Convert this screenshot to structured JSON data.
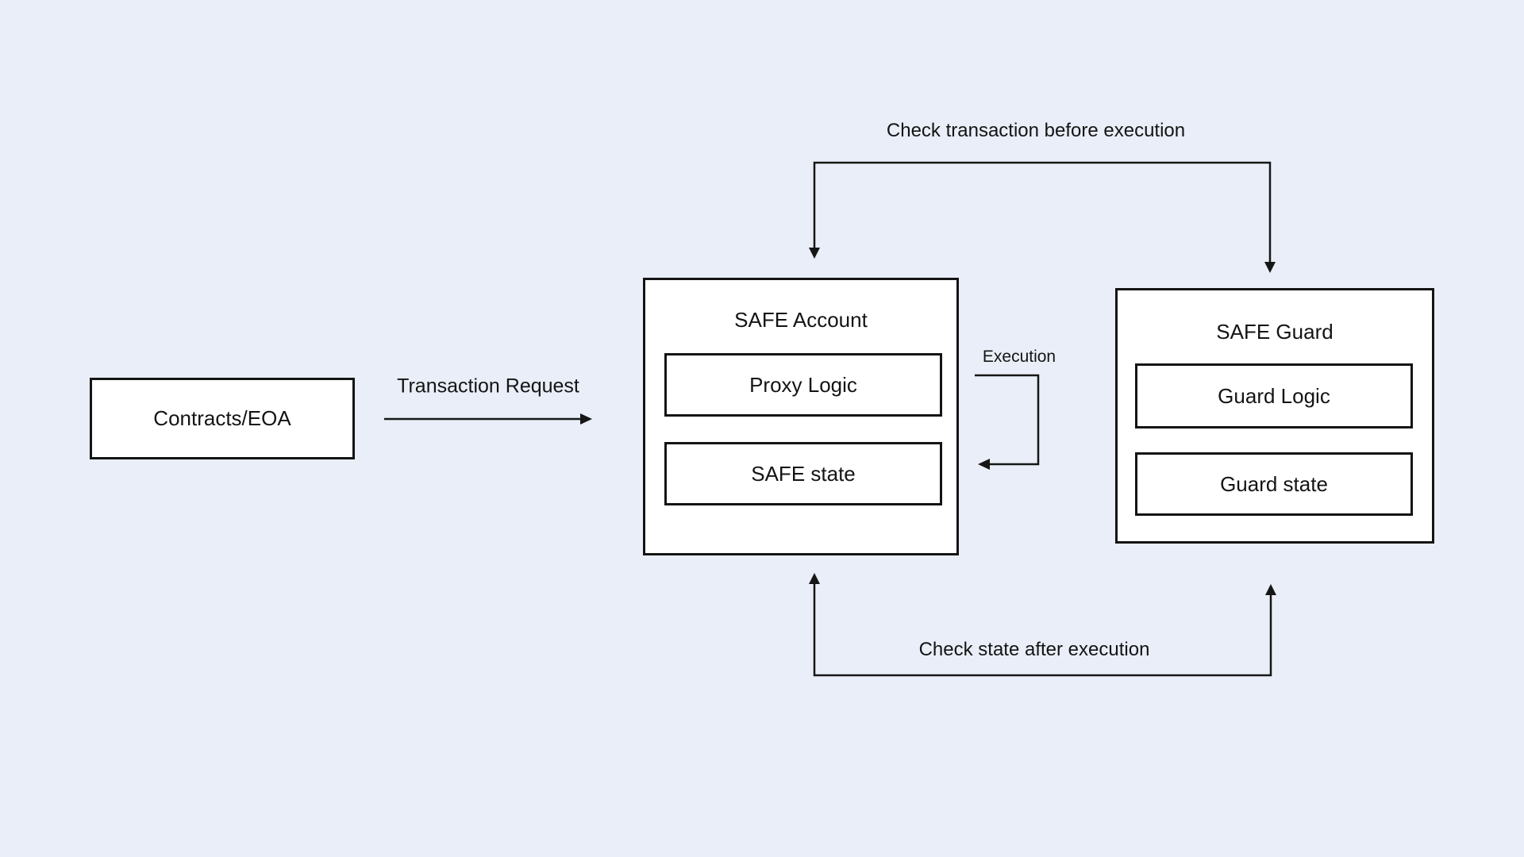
{
  "diagram": {
    "colors": {
      "background": "#e9eef8",
      "box_fill": "#ffffff",
      "line": "#161616",
      "text": "#141414"
    },
    "nodes": {
      "contracts_eoa": {
        "label": "Contracts/EOA"
      },
      "safe_account": {
        "title": "SAFE Account",
        "sub_boxes": [
          {
            "label": "Proxy Logic"
          },
          {
            "label": "SAFE state"
          }
        ]
      },
      "safe_guard": {
        "title": "SAFE Guard",
        "sub_boxes": [
          {
            "label": "Guard Logic"
          },
          {
            "label": "Guard state"
          }
        ]
      }
    },
    "edges": {
      "transaction_request": {
        "label": "Transaction Request"
      },
      "check_before_execution": {
        "label": "Check transaction before execution"
      },
      "execution": {
        "label": "Execution"
      },
      "check_after_execution": {
        "label": "Check state after execution"
      }
    }
  }
}
